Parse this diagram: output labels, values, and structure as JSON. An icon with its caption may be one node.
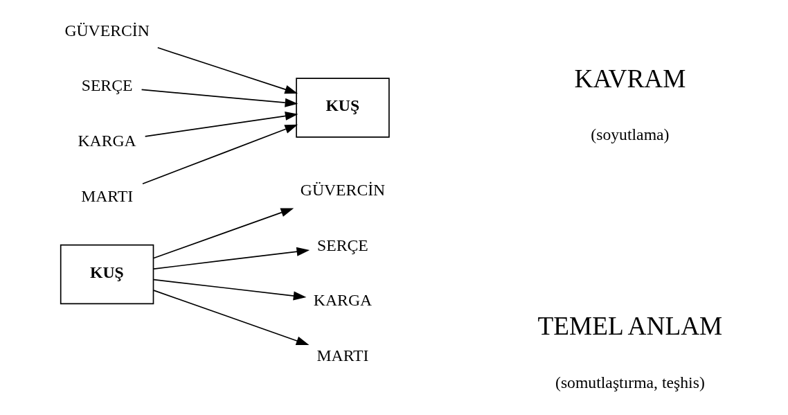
{
  "diagram": {
    "nodes": [
      {
        "text": [
          "GÜVERCİN"
        ]
      },
      {
        "text": [
          "SERÇE"
        ]
      },
      {
        "text": [
          "KARGA"
        ]
      },
      {
        "text": [
          "MARTI"
        ]
      },
      {
        "text": [
          "KUŞ"
        ]
      },
      {
        "text": [
          "KUŞ"
        ]
      },
      {
        "text": [
          "GÜVERCİN"
        ]
      },
      {
        "text": [
          "SERÇE"
        ]
      },
      {
        "text": [
          "KARGA"
        ]
      },
      {
        "text": [
          "MARTI"
        ]
      }
    ],
    "edges": [
      {
        "from": 0,
        "to": 4,
        "arrow": "to"
      },
      {
        "from": 1,
        "to": 4,
        "arrow": "to"
      },
      {
        "from": 2,
        "to": 4,
        "arrow": "to"
      },
      {
        "from": 3,
        "to": 4,
        "arrow": "to"
      },
      {
        "from": 5,
        "to": 6,
        "arrow": "to"
      },
      {
        "from": 5,
        "to": 7,
        "arrow": "to"
      },
      {
        "from": 5,
        "to": 8,
        "arrow": "to"
      },
      {
        "from": 5,
        "to": 9,
        "arrow": "to"
      }
    ],
    "labels": [
      "KAVRAM",
      "(soyutlama)",
      "TEMEL ANLAM",
      "(somutlaştırma, teşhis)"
    ]
  }
}
